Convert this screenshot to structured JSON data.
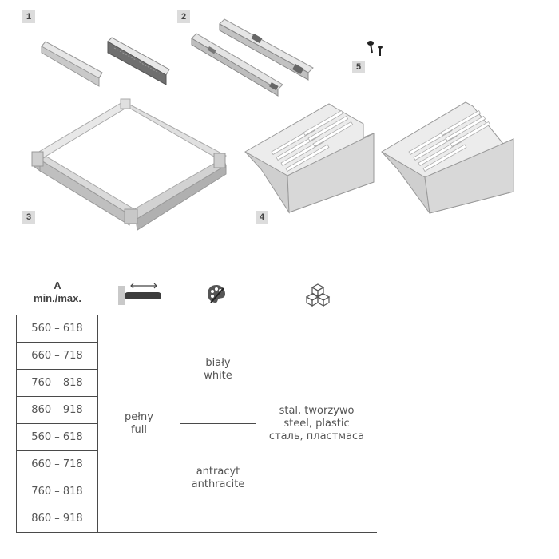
{
  "figure": {
    "labels": [
      "1",
      "2",
      "3",
      "4",
      "5"
    ]
  },
  "table": {
    "header": {
      "a_title": "A",
      "a_subtitle": "min./max.",
      "extension_icon": "full-extension-slide-icon",
      "color_icon": "palette-icon",
      "material_icon": "cubes-icon"
    },
    "dimensions": [
      "560 – 618",
      "660 – 718",
      "760 – 818",
      "860 – 918",
      "560 – 618",
      "660 – 718",
      "760 – 818",
      "860 – 918"
    ],
    "extension": [
      "pełny",
      "full"
    ],
    "colors": [
      [
        "biały",
        "white"
      ],
      [
        "antracyt",
        "anthracite"
      ]
    ],
    "material": [
      "stal, tworzywo",
      "steel, plastic",
      "сталь, пластмаса"
    ]
  }
}
